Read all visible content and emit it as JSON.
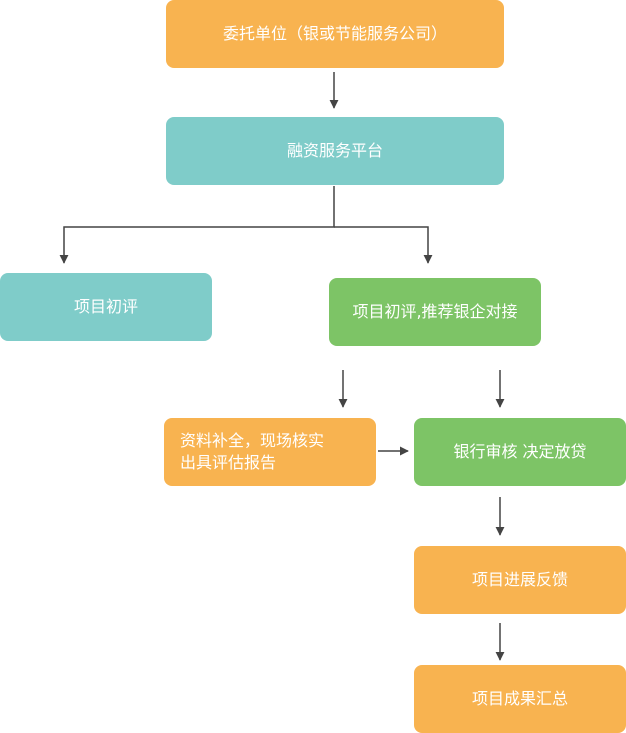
{
  "colors": {
    "orange": "#F8B350",
    "teal": "#7FCCC9",
    "green": "#7DC466",
    "line": "#444444"
  },
  "nodes": {
    "entrust": {
      "label": "委托单位（银或节能服务公司）"
    },
    "platform": {
      "label": "融资服务平台"
    },
    "initial_review": {
      "label": "项目初评"
    },
    "review_recommend": {
      "label": "项目初评,推荐银企对接"
    },
    "supplement": {
      "line1": "资料补全，现场核实",
      "line2": "出具评估报告"
    },
    "bank_review": {
      "label": "银行审核 决定放贷"
    },
    "feedback": {
      "label": "项目进展反馈"
    },
    "summary": {
      "label": "项目成果汇总"
    }
  }
}
